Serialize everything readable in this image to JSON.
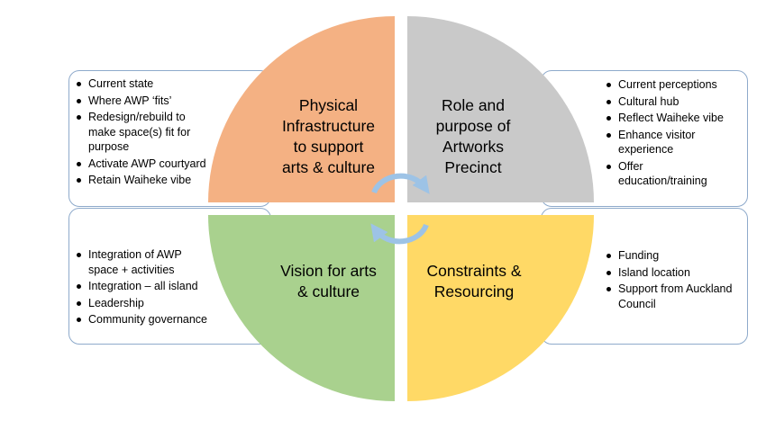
{
  "quadrants": {
    "top_left": {
      "title_lines": [
        "Physical",
        "Infrastructure",
        "to support",
        "arts & culture"
      ],
      "color": "#f4b183"
    },
    "top_right": {
      "title_lines": [
        "Role and",
        "purpose of",
        "Artworks",
        "Precinct"
      ],
      "color": "#c9c9c9"
    },
    "bottom_left": {
      "title_lines": [
        "Vision for arts",
        "& culture"
      ],
      "color": "#a9d18e"
    },
    "bottom_right": {
      "title_lines": [
        "Constraints &",
        "Resourcing"
      ],
      "color": "#ffd966"
    }
  },
  "boxes": {
    "top_left": [
      "Current state",
      "Where AWP ‘fits’",
      "Redesign/rebuild to make  space(s) fit for purpose",
      "Activate AWP courtyard",
      "Retain Waiheke vibe"
    ],
    "top_right": [
      "Current perceptions",
      "Cultural hub",
      "Reflect Waiheke vibe",
      "Enhance visitor experience",
      "Offer education/training"
    ],
    "bottom_left": [
      "Integration of AWP space + activities",
      "Integration – all island",
      "Leadership",
      "Community governance"
    ],
    "bottom_right": [
      "Funding",
      "Island location",
      "Support from Auckland Council"
    ]
  },
  "colors": {
    "box_border": "#8eaacb",
    "arrow": "#9dc3e6"
  }
}
